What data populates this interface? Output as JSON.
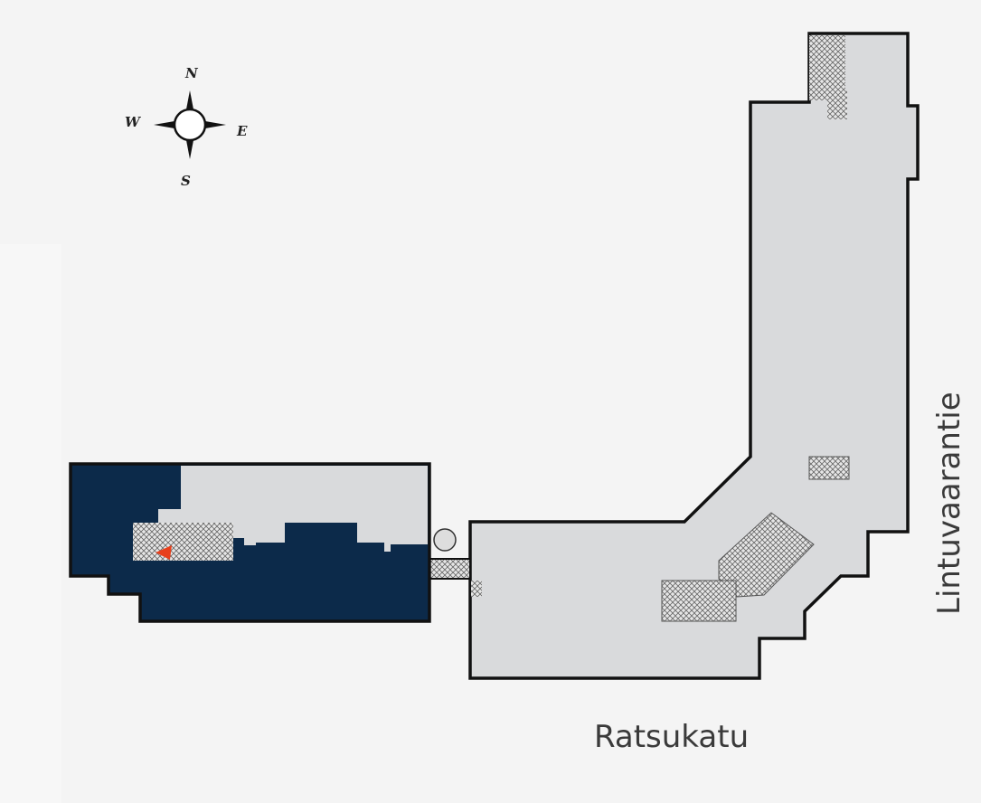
{
  "map": {
    "streets": {
      "bottom": "Ratsukatu",
      "right": "Lintuvaarantie"
    },
    "compass": {
      "north": "N",
      "south": "S",
      "east": "E",
      "west": "W"
    },
    "colors": {
      "background": "#f4f4f4",
      "building": "#d9dadc",
      "highlighted_area": "#0c2a4a",
      "outline": "#111111",
      "location_marker": "#e8401c"
    },
    "location_marker_icon": "you-are-here-arrow"
  }
}
